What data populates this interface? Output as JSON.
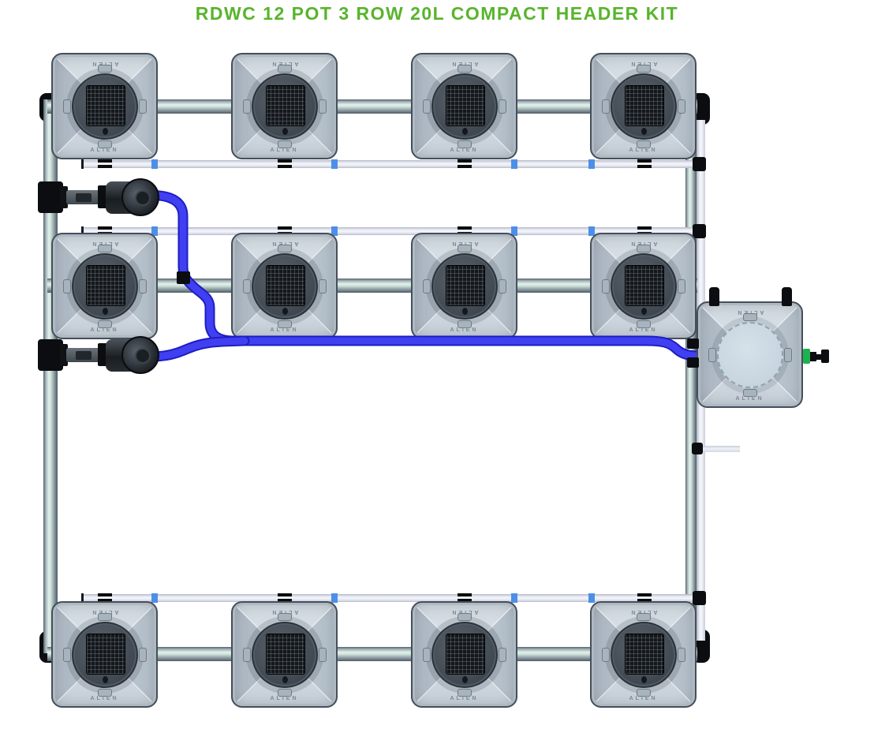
{
  "title": "RDWC 12 POT 3 ROW 20L COMPACT HEADER KIT",
  "labels": {
    "pot_brand": "ALIEN"
  },
  "system": {
    "kit_type": "RDWC recirculating deep water culture kit",
    "pot_count": 12,
    "row_count": 3,
    "pots_per_row": 4,
    "pot_volume": "20L",
    "header_tank_count": 1,
    "pump_count": 2
  },
  "colors": {
    "title_green": "#58b42c",
    "tube_blue": "#3f3ff2",
    "pipe_band_blue": "#4d8fe8",
    "pipe_silver_highlight": "#e2f2ea",
    "return_pipe_white": "#e9ebf4",
    "fitting_black": "#0b0d10",
    "drain_valve_green": "#1db24f"
  }
}
